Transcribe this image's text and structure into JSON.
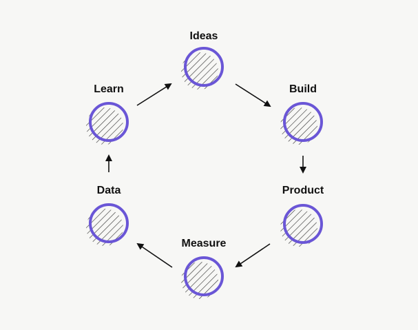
{
  "diagram": {
    "nodes": [
      {
        "id": "ideas",
        "label": "Ideas"
      },
      {
        "id": "build",
        "label": "Build"
      },
      {
        "id": "product",
        "label": "Product"
      },
      {
        "id": "measure",
        "label": "Measure"
      },
      {
        "id": "data",
        "label": "Data"
      },
      {
        "id": "learn",
        "label": "Learn"
      }
    ],
    "edges": [
      {
        "from": "ideas",
        "to": "build"
      },
      {
        "from": "build",
        "to": "product"
      },
      {
        "from": "product",
        "to": "measure"
      },
      {
        "from": "measure",
        "to": "data"
      },
      {
        "from": "data",
        "to": "learn"
      },
      {
        "from": "learn",
        "to": "ideas"
      }
    ],
    "colors": {
      "background": "#f7f7f5",
      "ring": "#6a56d6",
      "hatch": "#3a3a3a",
      "arrow": "#111111",
      "text": "#111111"
    }
  }
}
